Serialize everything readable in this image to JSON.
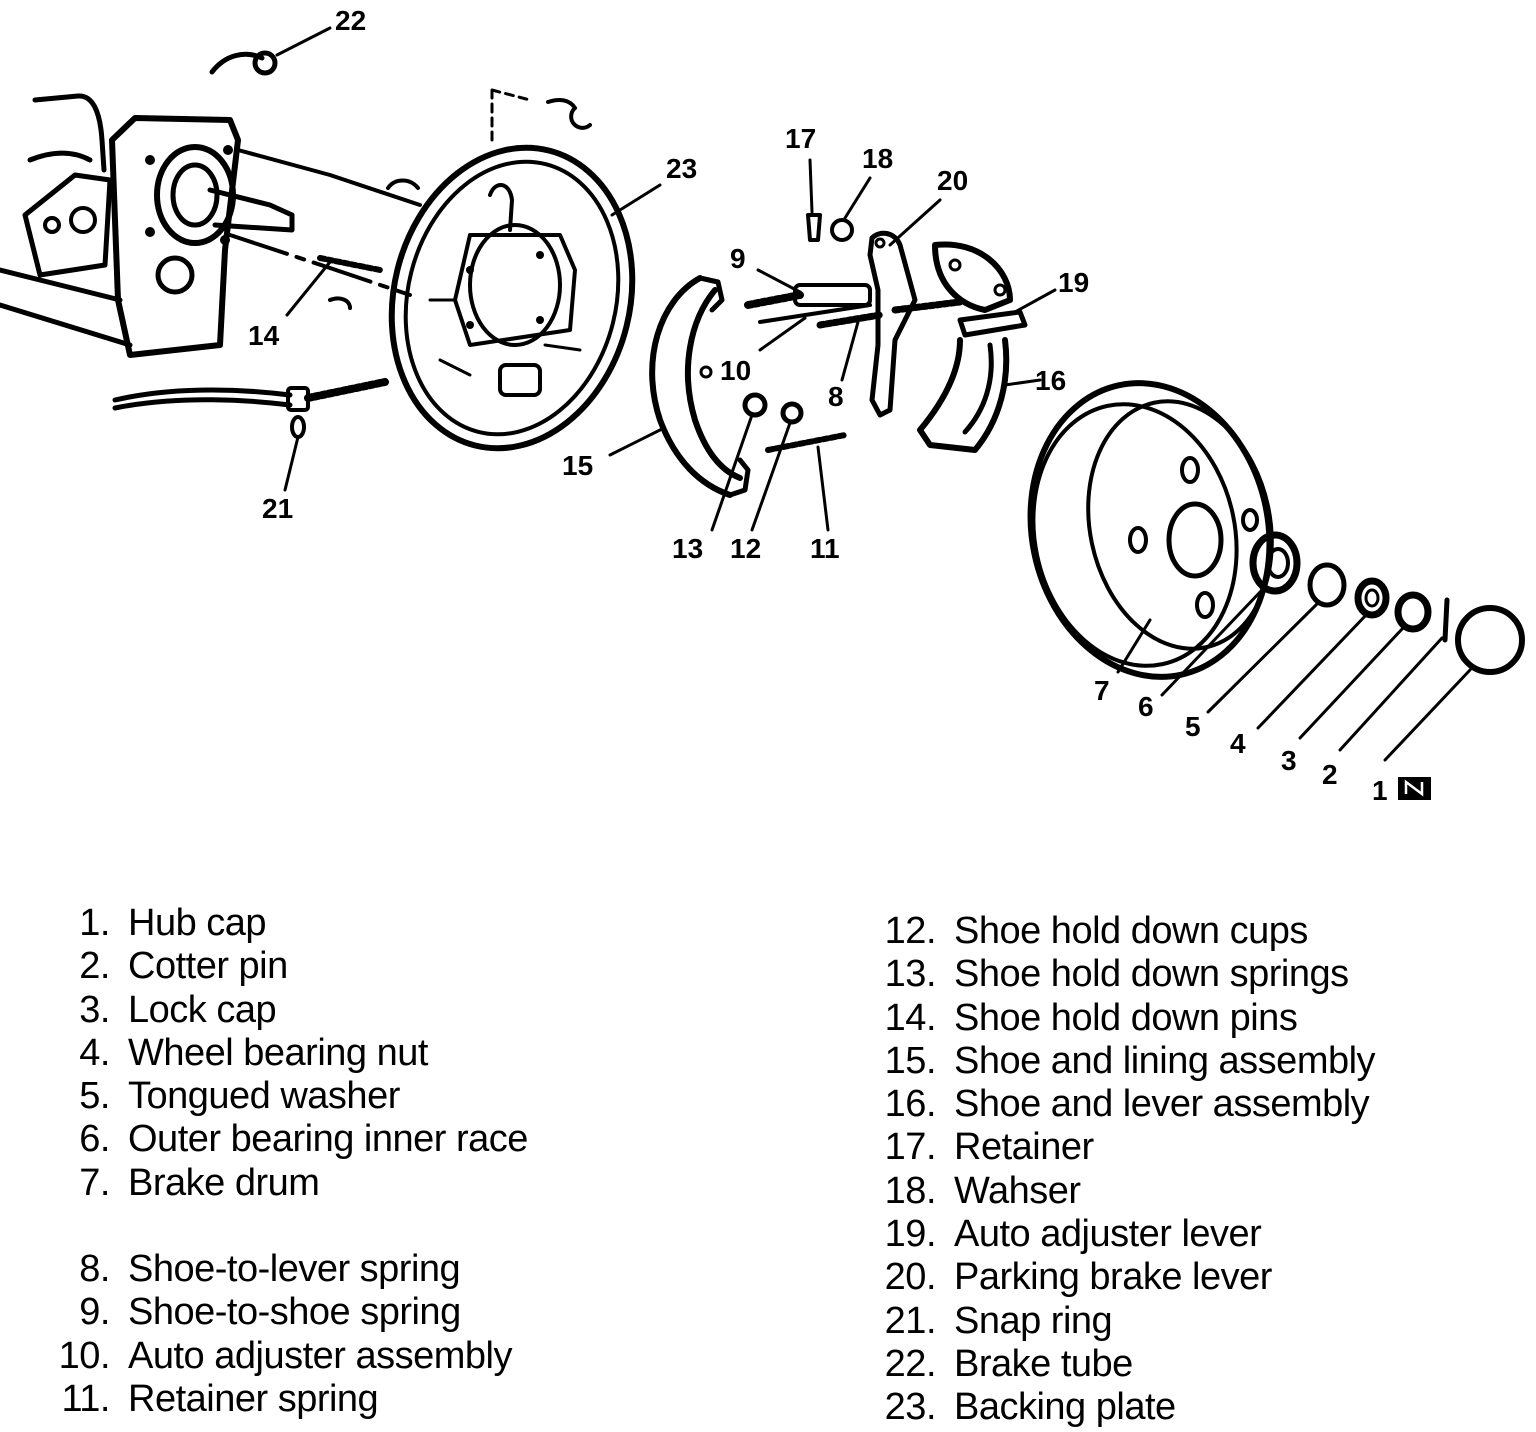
{
  "callouts": [
    "1",
    "2",
    "3",
    "4",
    "5",
    "6",
    "7",
    "8",
    "9",
    "10",
    "11",
    "12",
    "13",
    "14",
    "15",
    "16",
    "17",
    "18",
    "19",
    "20",
    "21",
    "22",
    "23"
  ],
  "legend_left": [
    {
      "num": "1.",
      "label": "Hub cap"
    },
    {
      "num": "2.",
      "label": "Cotter pin"
    },
    {
      "num": "3.",
      "label": "Lock cap"
    },
    {
      "num": "4.",
      "label": "Wheel bearing nut"
    },
    {
      "num": "5.",
      "label": "Tongued washer"
    },
    {
      "num": "6.",
      "label": "Outer bearing inner race"
    },
    {
      "num": "7.",
      "label": "Brake drum"
    },
    {
      "num": "8.",
      "label": "Shoe-to-lever spring"
    },
    {
      "num": "9.",
      "label": "Shoe-to-shoe spring"
    },
    {
      "num": "10.",
      "label": "Auto adjuster assembly"
    },
    {
      "num": "11.",
      "label": "Retainer spring"
    }
  ],
  "legend_right": [
    {
      "num": "12.",
      "label": "Shoe hold down cups"
    },
    {
      "num": "13.",
      "label": "Shoe hold down springs"
    },
    {
      "num": "14.",
      "label": "Shoe hold down pins"
    },
    {
      "num": "15.",
      "label": "Shoe and lining assembly"
    },
    {
      "num": "16.",
      "label": "Shoe and lever assembly"
    },
    {
      "num": "17.",
      "label": "Retainer"
    },
    {
      "num": "18.",
      "label": "Wahser"
    },
    {
      "num": "19.",
      "label": "Auto adjuster lever"
    },
    {
      "num": "20.",
      "label": "Parking brake lever"
    },
    {
      "num": "21.",
      "label": "Snap ring"
    },
    {
      "num": "22.",
      "label": "Brake tube"
    },
    {
      "num": "23.",
      "label": "Backing plate"
    }
  ]
}
